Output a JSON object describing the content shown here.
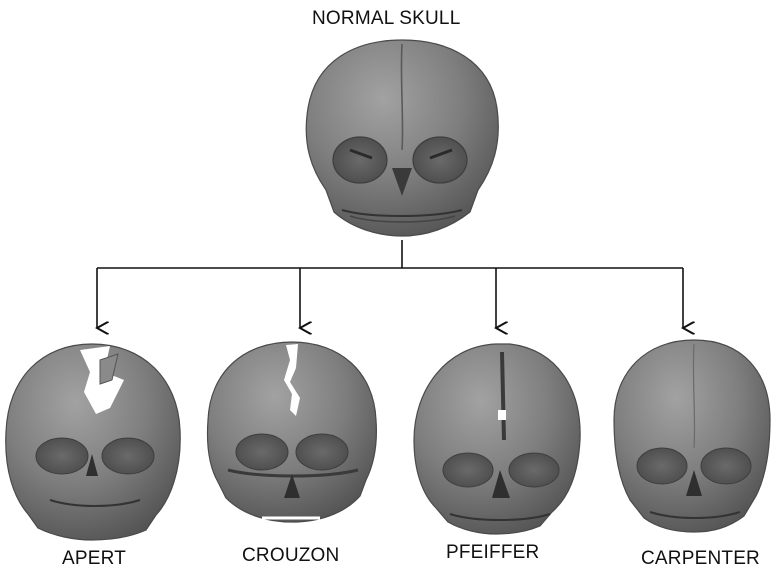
{
  "title": "NORMAL SKULL",
  "variants": [
    {
      "name": "APERT"
    },
    {
      "name": "CROUZON"
    },
    {
      "name": "PFEIFFER"
    },
    {
      "name": "CARPENTER"
    }
  ]
}
